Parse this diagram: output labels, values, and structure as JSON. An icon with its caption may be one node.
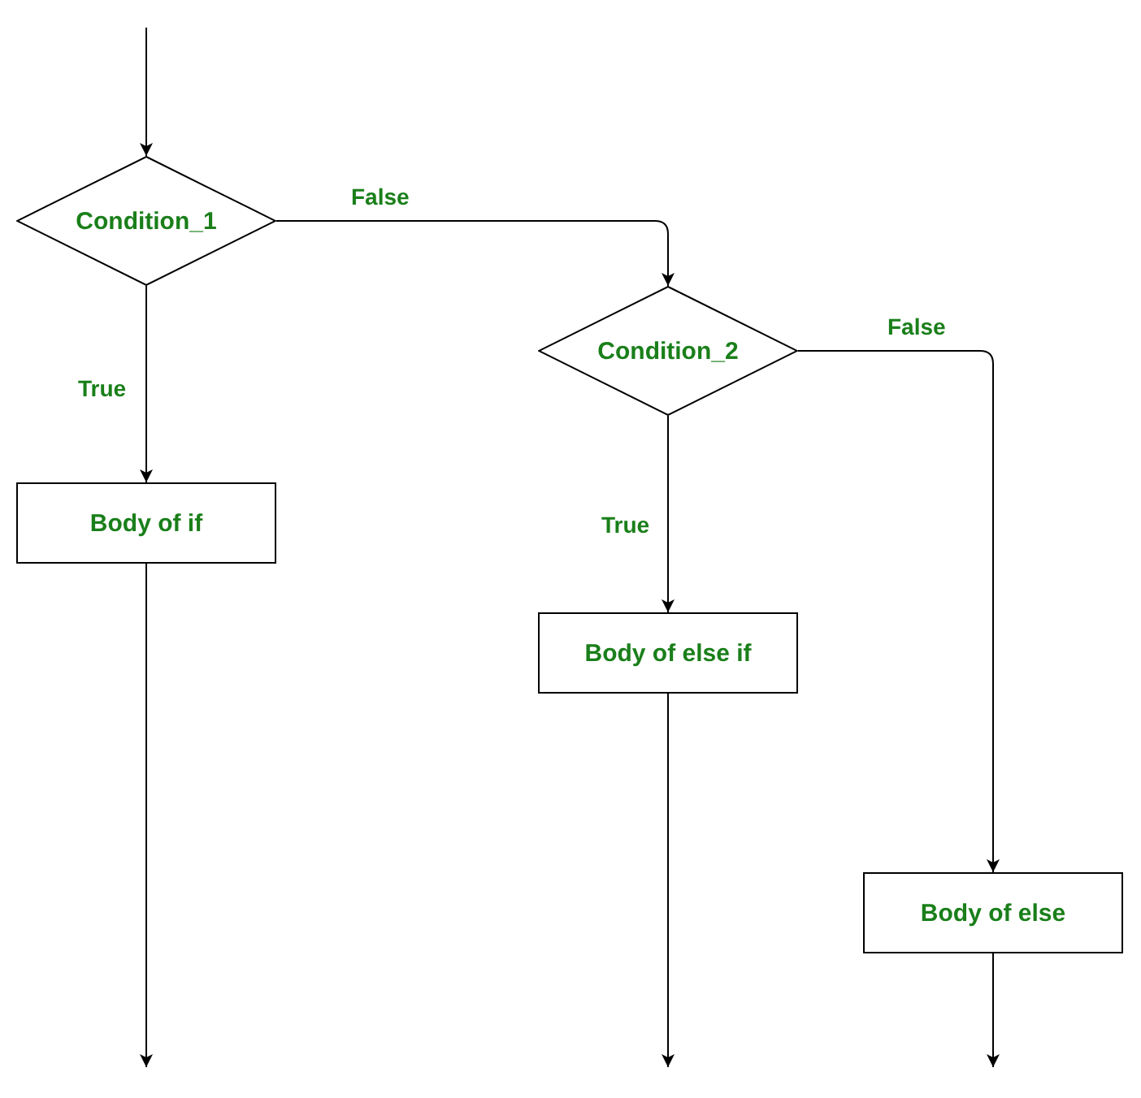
{
  "diagram": {
    "nodes": [
      {
        "text": [
          "Condition_1"
        ]
      },
      {
        "text": [
          "Condition_2"
        ]
      },
      {
        "text": [
          "Body of if"
        ]
      },
      {
        "text": [
          "Body of else if"
        ]
      },
      {
        "text": [
          "Body of else"
        ]
      }
    ],
    "edges": [
      {
        "from": null,
        "to": 0,
        "arrow": "to"
      },
      {
        "from": 0,
        "to": 1,
        "arrow": "to",
        "label": "False"
      },
      {
        "from": 0,
        "to": 2,
        "arrow": "to",
        "label": "True"
      },
      {
        "from": 1,
        "to": 3,
        "arrow": "to",
        "label": "True"
      },
      {
        "from": 1,
        "to": 4,
        "arrow": "to",
        "label": "False"
      },
      {
        "from": 2,
        "to": null,
        "arrow": "to"
      },
      {
        "from": 3,
        "to": null,
        "arrow": "to"
      },
      {
        "from": 4,
        "to": null,
        "arrow": "to"
      }
    ]
  }
}
